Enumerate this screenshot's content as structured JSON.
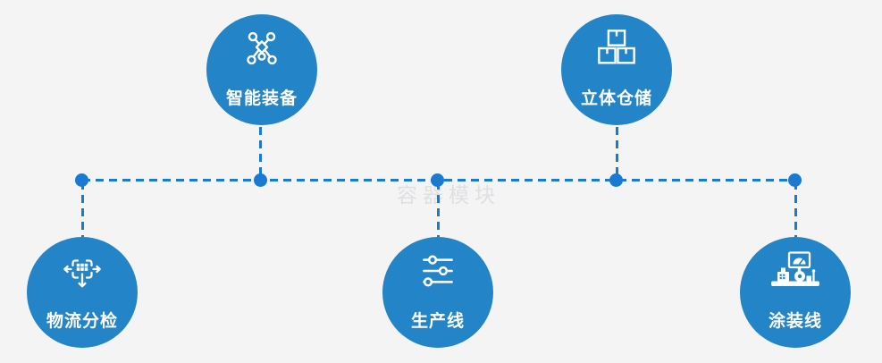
{
  "app": {
    "background_color": "#f4f4f5",
    "watermark": "容器模块"
  },
  "colors": {
    "node_fill": "#2484c8",
    "connector": "#1a7ad2",
    "watermark_text": "#e0e0e3",
    "label_text": "#ffffff"
  },
  "nodes": [
    {
      "label": "智能装备",
      "icon": "network-nodes-icon",
      "row": "top"
    },
    {
      "label": "立体仓储",
      "icon": "stacked-boxes-icon",
      "row": "top"
    },
    {
      "label": "物流分检",
      "icon": "sorting-crossarrows-icon",
      "row": "bottom"
    },
    {
      "label": "生产线",
      "icon": "sliders-icon",
      "row": "bottom"
    },
    {
      "label": "涂装线",
      "icon": "control-station-icon",
      "row": "bottom"
    }
  ]
}
